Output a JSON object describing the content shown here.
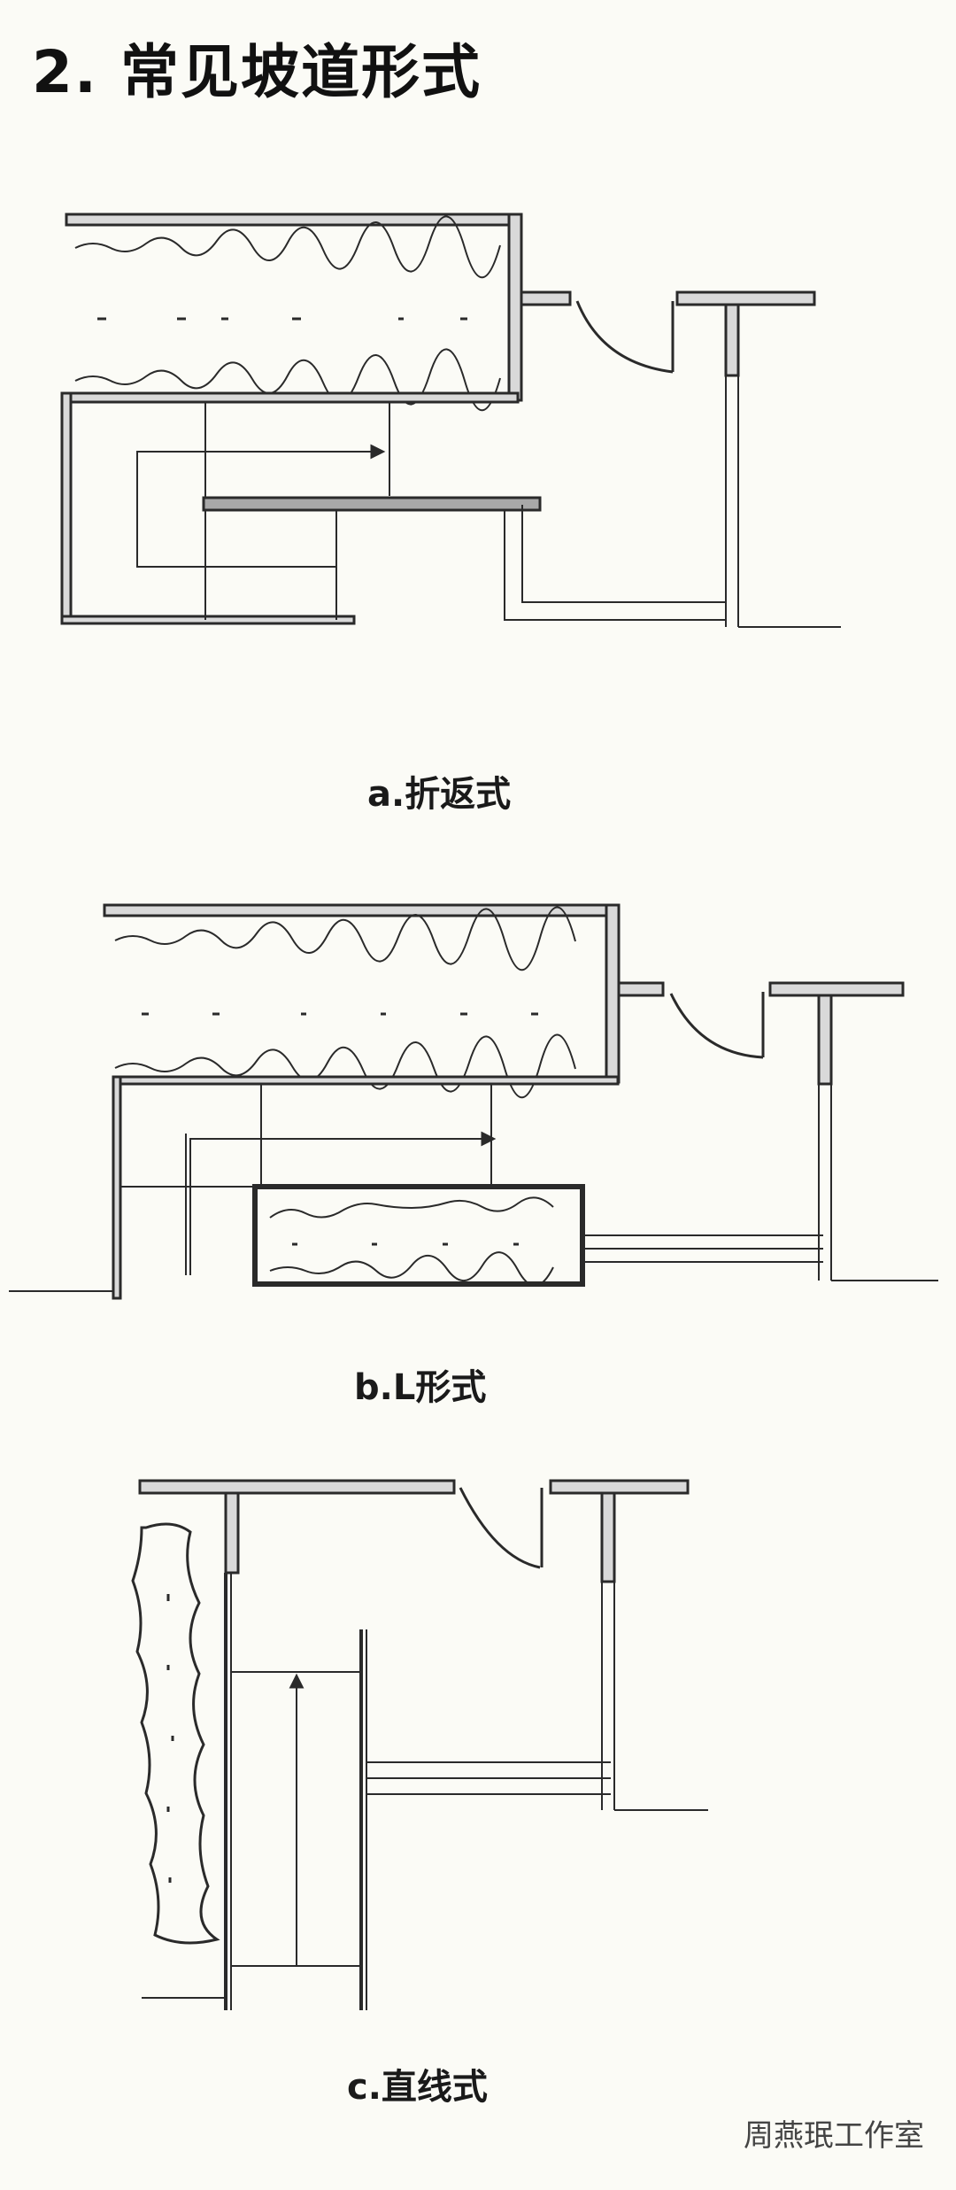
{
  "title": "2. 常见坡道形式",
  "captions": {
    "a": "a.折返式",
    "b": "b.L形式",
    "c": "c.直线式"
  },
  "watermark": "周燕珉工作室",
  "colors": {
    "line": "#2a2a2a",
    "wall_fill": "#d9d9d9",
    "background": "#fbfbf6"
  }
}
